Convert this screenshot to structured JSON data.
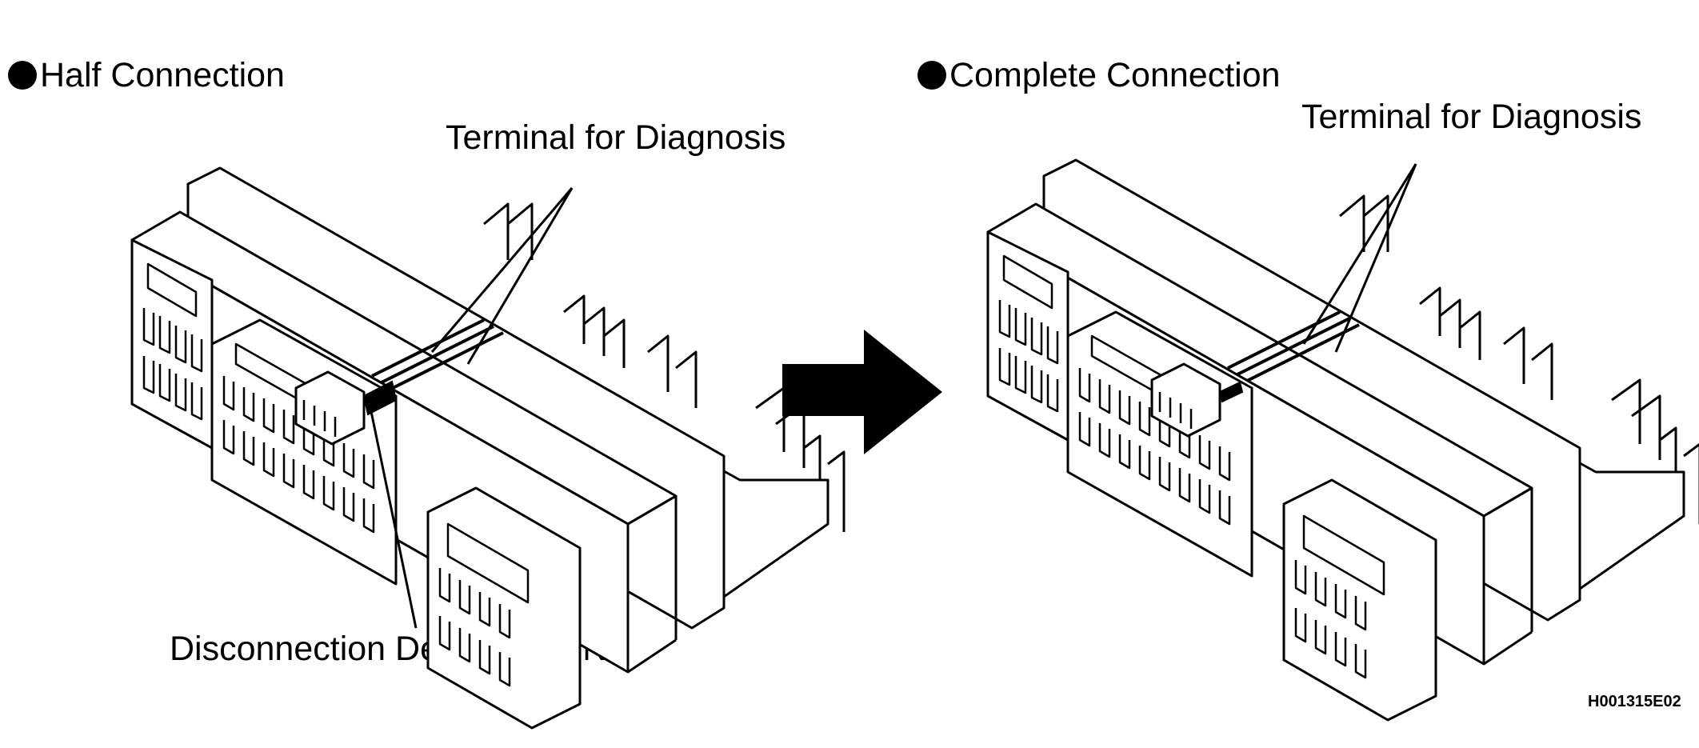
{
  "panels": {
    "left": {
      "heading": "Half Connection",
      "terminal_label": "Terminal for Diagnosis",
      "pin_label": "Disconnection Detection PIN"
    },
    "right": {
      "heading": "Complete Connection",
      "terminal_label": "Terminal for Diagnosis"
    }
  },
  "figure_code": "H001315E02",
  "colors": {
    "ink": "#000000",
    "paper": "#ffffff"
  }
}
